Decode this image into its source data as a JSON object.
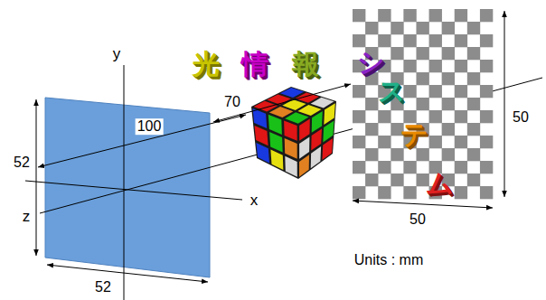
{
  "diagram": {
    "labels": [
      "y",
      "光",
      "情",
      "報",
      "シ",
      "ス",
      "テ",
      "ム",
      "70",
      "100",
      "52",
      "50",
      "x",
      "z",
      "52",
      "50",
      "Units : mm"
    ]
  }
}
